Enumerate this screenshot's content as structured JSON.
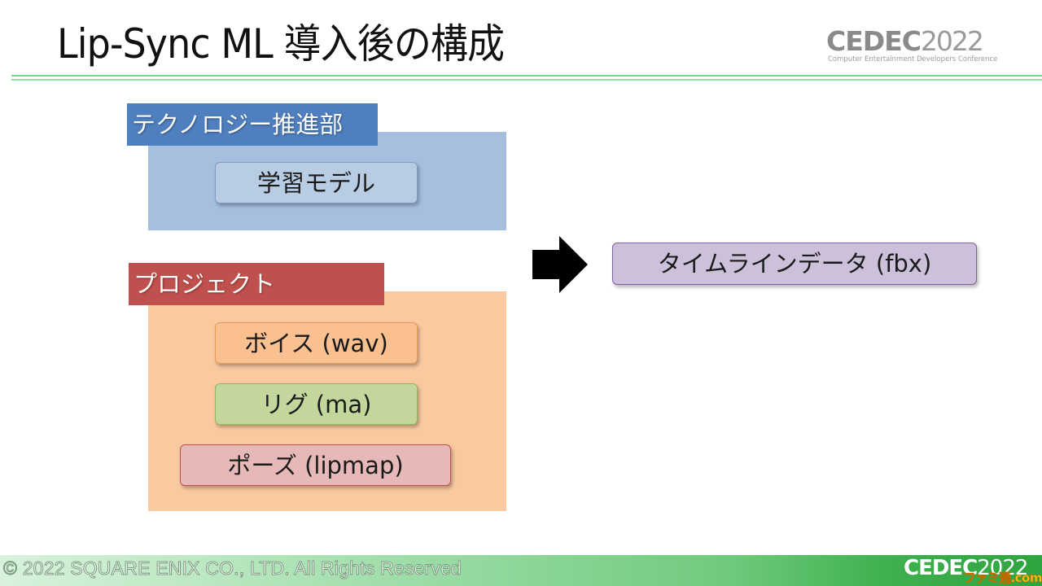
{
  "slide": {
    "title": "Lip-Sync ML 導入後の構成"
  },
  "header_logo": {
    "mark": "CEDEC",
    "year": "2022",
    "subtitle": "Computer Entertainment Developers Conference"
  },
  "groups": {
    "technology": {
      "label": "テクノロジー推進部",
      "color": "#4f7fbe",
      "items": [
        {
          "label": "学習モデル",
          "color": "#b8cce4"
        }
      ]
    },
    "project": {
      "label": "プロジェクト",
      "color": "#c0504d",
      "items": [
        {
          "label": "ボイス (wav)",
          "color": "#fac090"
        },
        {
          "label": "リグ (ma)",
          "color": "#c3d69b"
        },
        {
          "label": "ポーズ (lipmap)",
          "color": "#e6b9b8"
        }
      ]
    }
  },
  "flow": {
    "arrow_icon": "right-arrow-icon",
    "output": {
      "label": "タイムラインデータ (fbx)",
      "color": "#ccc0da"
    }
  },
  "footer": {
    "copyright": "© 2022 SQUARE ENIX CO., LTD. All Rights Reserved",
    "logo_mark": "CEDEC",
    "logo_year": "2022",
    "watermark": "ファミ通.com"
  }
}
